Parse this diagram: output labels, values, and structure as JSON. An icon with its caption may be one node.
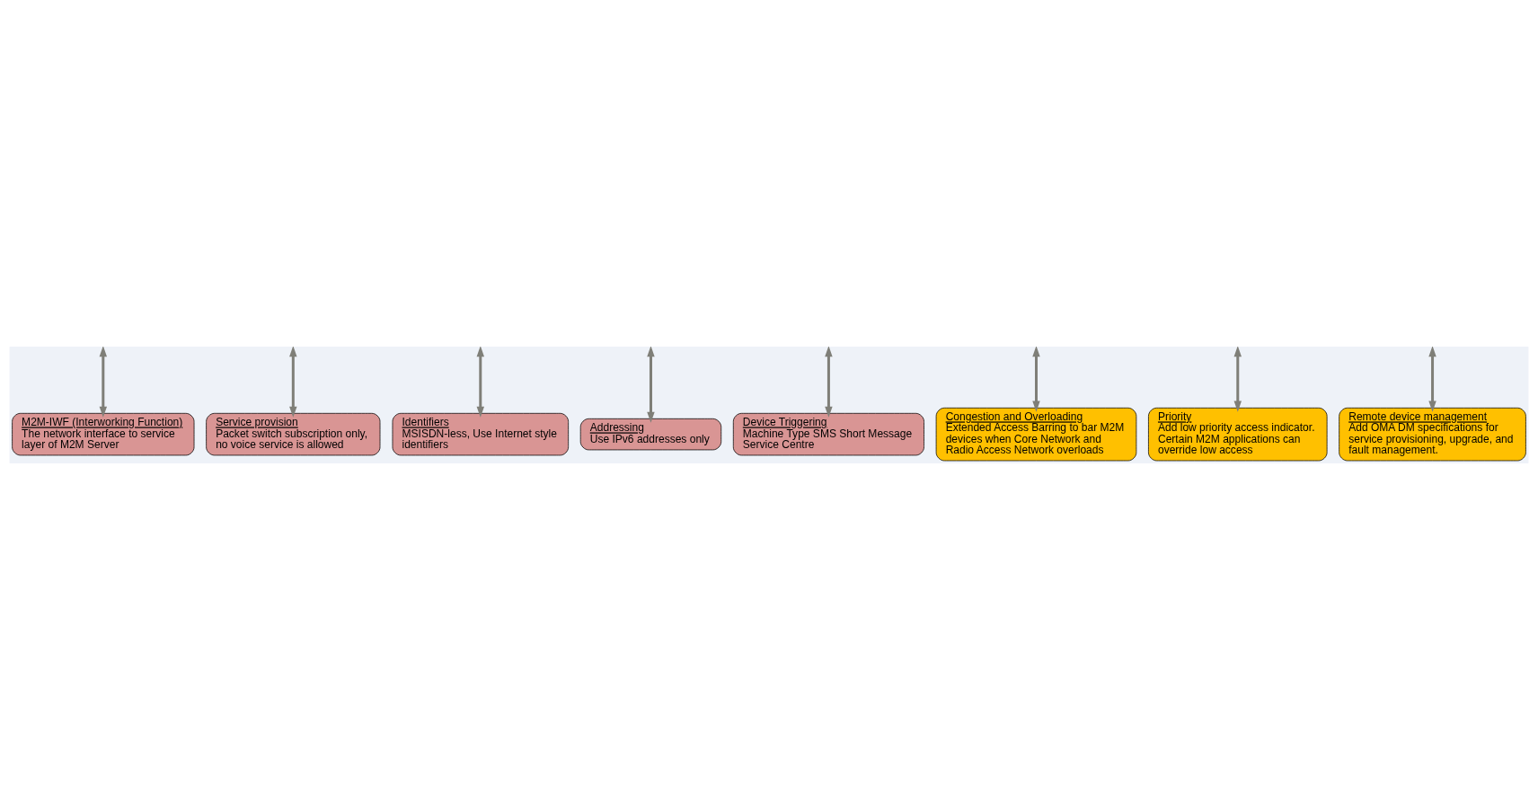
{
  "diagram": {
    "nodes": [
      {
        "text": [
          "M2M-IWF (Interworking Function)",
          "The network interface to service layer of M2M Server"
        ]
      },
      {
        "text": [
          "Service provision",
          "Packet switch subscription only, no voice service is allowed"
        ]
      },
      {
        "text": [
          "Identifiers",
          "MSISDN-less, Use Internet style identifiers"
        ]
      },
      {
        "text": [
          "Addressing",
          "Use IPv6 addresses only"
        ]
      },
      {
        "text": [
          "Device Triggering",
          "Machine Type SMS Short Message Service Centre"
        ]
      },
      {
        "text": [
          "Congestion and Overloading",
          "Extended Access Barring to bar M2M devices when Core Network and Radio Access Network overloads"
        ]
      },
      {
        "text": [
          "Priority",
          "Add low priority access indicator. Certain M2M applications can override low access"
        ]
      },
      {
        "text": [
          "Remote device management",
          "Add OMA DM specifications for service provisioning, upgrade, and fault management."
        ]
      }
    ],
    "edges": [
      {
        "from": null,
        "to": 0,
        "arrow": "both"
      },
      {
        "from": null,
        "to": 1,
        "arrow": "both"
      },
      {
        "from": null,
        "to": 2,
        "arrow": "both"
      },
      {
        "from": null,
        "to": 3,
        "arrow": "both"
      },
      {
        "from": null,
        "to": 4,
        "arrow": "both"
      },
      {
        "from": null,
        "to": 7,
        "arrow": "both"
      },
      {
        "from": null,
        "to": 6,
        "arrow": "both"
      },
      {
        "from": null,
        "to": 5,
        "arrow": "both"
      }
    ]
  }
}
